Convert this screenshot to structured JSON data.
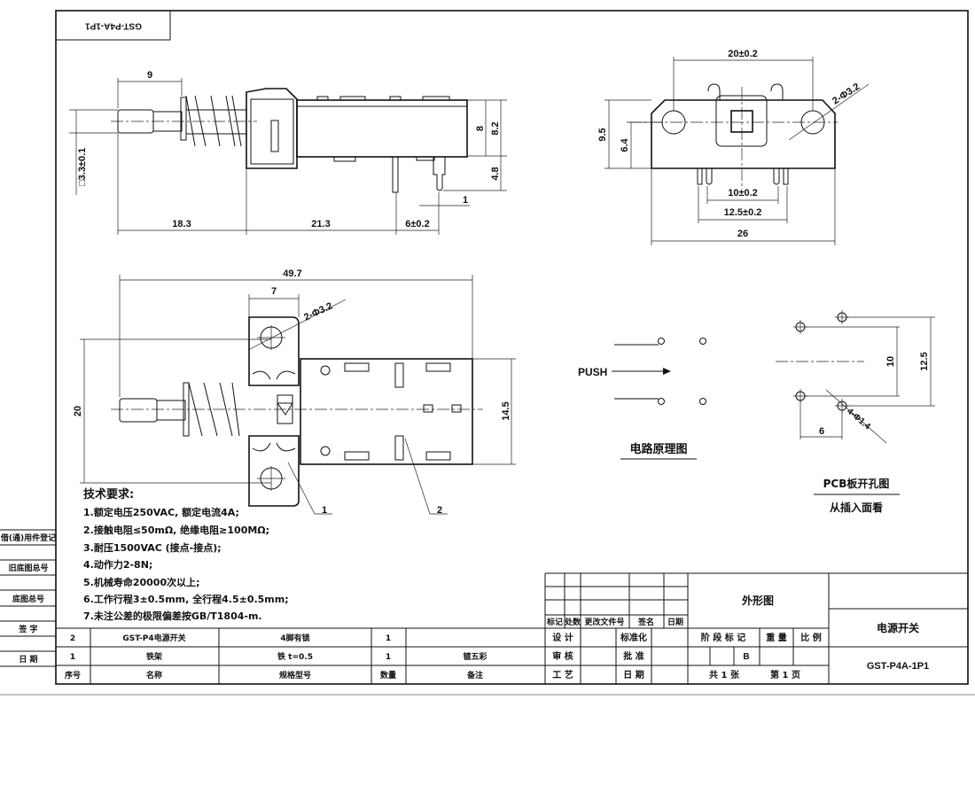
{
  "corner_code": "GST-P4A-1P1",
  "side_view": {
    "dim_plunger": "9",
    "dim_square": "□3.3±0.1",
    "dim_a": "18.3",
    "dim_b": "21.3",
    "dim_pin_pitch": "6±0.2",
    "dim_pin_w": "1",
    "dim_h1": "8",
    "dim_h2": "8.2",
    "dim_pin_len": "4.8"
  },
  "front_view": {
    "dim_holes": "20±0.2",
    "dim_hole_dia": "2-Φ3.2",
    "dim_h": "9.5",
    "dim_hole_h": "6.4",
    "dim_pin_in": "10±0.2",
    "dim_pin_out": "12.5±0.2",
    "dim_width": "26"
  },
  "top_view": {
    "dim_len": "49.7",
    "dim_bracket": "7",
    "dim_hole_dia": "2-Φ3.2",
    "dim_height": "20",
    "dim_body": "14.5",
    "callout_1": "1",
    "callout_2": "2"
  },
  "circuit": {
    "push_label": "PUSH",
    "title": "电路原理图"
  },
  "pcb": {
    "dim_pitch": "10",
    "dim_outer": "12.5",
    "dim_offset": "6",
    "dim_hole": "4-Φ1.4",
    "title": "PCB板开孔图",
    "subtitle": "从插入面看"
  },
  "tech_requirements": {
    "heading": "技术要求:",
    "items": [
      "1.额定电压250VAC, 额定电流4A;",
      "2.接触电阻≤50mΩ, 绝缘电阻≥100MΩ;",
      "3.耐压1500VAC (接点-接点);",
      "4.动作力2-8N;",
      "5.机械寿命20000次以上;",
      "6.工作行程3±0.5mm, 全行程4.5±0.5mm;",
      "7.未注公差的极限偏差按GB/T1804-m."
    ]
  },
  "stamp_column": [
    "借(通)用件登记",
    "旧底图总号",
    "底图总号",
    "签 字",
    "日 期"
  ],
  "parts_list": {
    "headers": [
      "序号",
      "名称",
      "规格型号",
      "数量",
      "备注"
    ],
    "rows": [
      [
        "2",
        "GST-P4电源开关",
        "4脚有锁",
        "1",
        ""
      ],
      [
        "1",
        "铁架",
        "铁 t=0.5",
        "1",
        "镀五彩"
      ]
    ]
  },
  "title_block": {
    "revision_headers": [
      "标记",
      "处数",
      "更改文件号",
      "签名",
      "日期"
    ],
    "design": "设 计",
    "review": "审 核",
    "process": "工 艺",
    "standardize": "标准化",
    "approve": "批 准",
    "date": "日 期",
    "drawing_type": "外形图",
    "stage_mark": "阶 段 标 记",
    "weight": "重 量",
    "scale": "比 例",
    "stage_value": "B",
    "sheets": "共 1 张",
    "sheet_no": "第 1 页",
    "product_name": "电源开关",
    "drawing_no": "GST-P4A-1P1"
  }
}
